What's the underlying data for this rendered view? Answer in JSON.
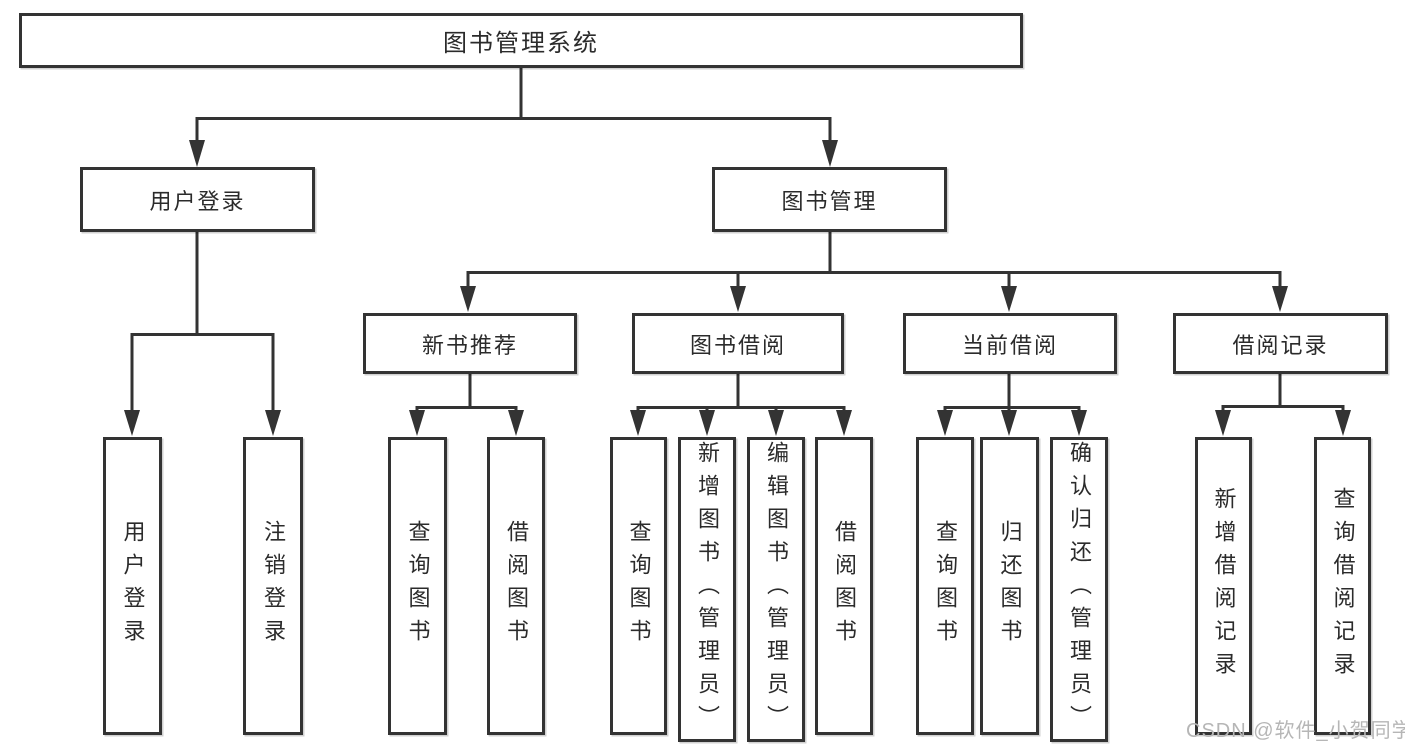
{
  "tree": {
    "label": "图书管理系统",
    "children": [
      {
        "label": "用户登录",
        "children": [
          {
            "label": "用户登录"
          },
          {
            "label": "注销登录"
          }
        ]
      },
      {
        "label": "图书管理",
        "children": [
          {
            "label": "新书推荐",
            "children": [
              {
                "label": "查询图书"
              },
              {
                "label": "借阅图书"
              }
            ]
          },
          {
            "label": "图书借阅",
            "children": [
              {
                "label": "查询图书"
              },
              {
                "label": "新增图书（管理员）"
              },
              {
                "label": "编辑图书（管理员）"
              },
              {
                "label": "借阅图书"
              }
            ]
          },
          {
            "label": "当前借阅",
            "children": [
              {
                "label": "查询图书"
              },
              {
                "label": "归还图书"
              },
              {
                "label": "确认归还（管理员）"
              }
            ]
          },
          {
            "label": "借阅记录",
            "children": [
              {
                "label": "新增借阅记录"
              },
              {
                "label": "查询借阅记录"
              }
            ]
          }
        ]
      }
    ]
  },
  "watermark": {
    "text": "CSDN @软件_小贺同学"
  },
  "colors": {
    "line": "#333333",
    "box_border": "#333333",
    "text": "#2b2b2b",
    "background": "#ffffff",
    "watermark": "#b6b6b6"
  }
}
